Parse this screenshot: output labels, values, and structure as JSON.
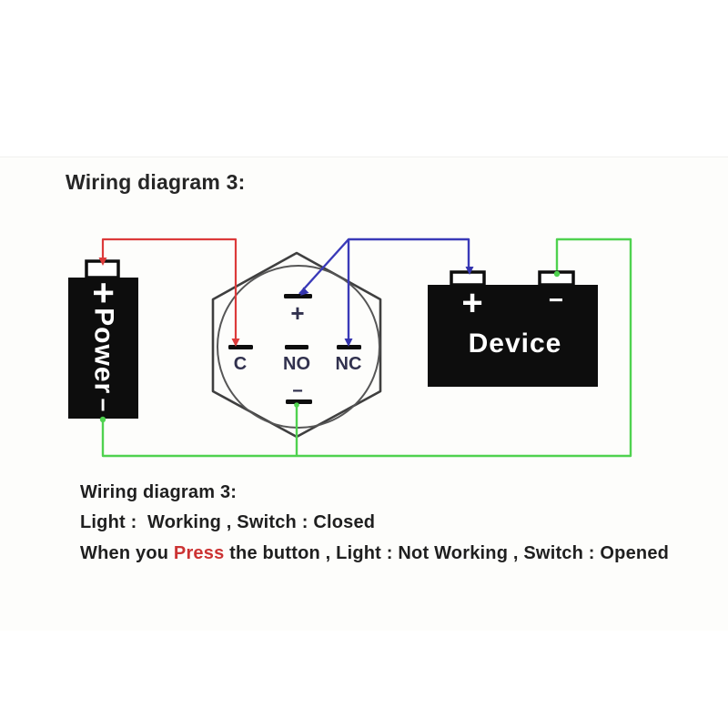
{
  "title": "Wiring diagram 3:",
  "colors": {
    "wire_red": "#dc3a3a",
    "wire_blue": "#3a3ab8",
    "wire_green": "#4fd24f",
    "terminal_label_navy": "#31314e",
    "box_black": "#0d0d0d",
    "text_dark": "#1f1f1f",
    "press_red": "#cc3333"
  },
  "power": {
    "plus": "+",
    "label": "Power",
    "minus": "−"
  },
  "switch": {
    "plus": "+",
    "c": "C",
    "no": "NO",
    "nc": "NC",
    "minus": "−"
  },
  "device": {
    "plus": "+",
    "minus": "−",
    "label": "Device"
  },
  "caption": {
    "line1": "Wiring diagram 3:",
    "line2": "Light :  Working , Switch : Closed",
    "line3_prefix": "When you ",
    "line3_press": "Press",
    "line3_suffix": " the button , Light : Not Working , Switch : Opened"
  }
}
